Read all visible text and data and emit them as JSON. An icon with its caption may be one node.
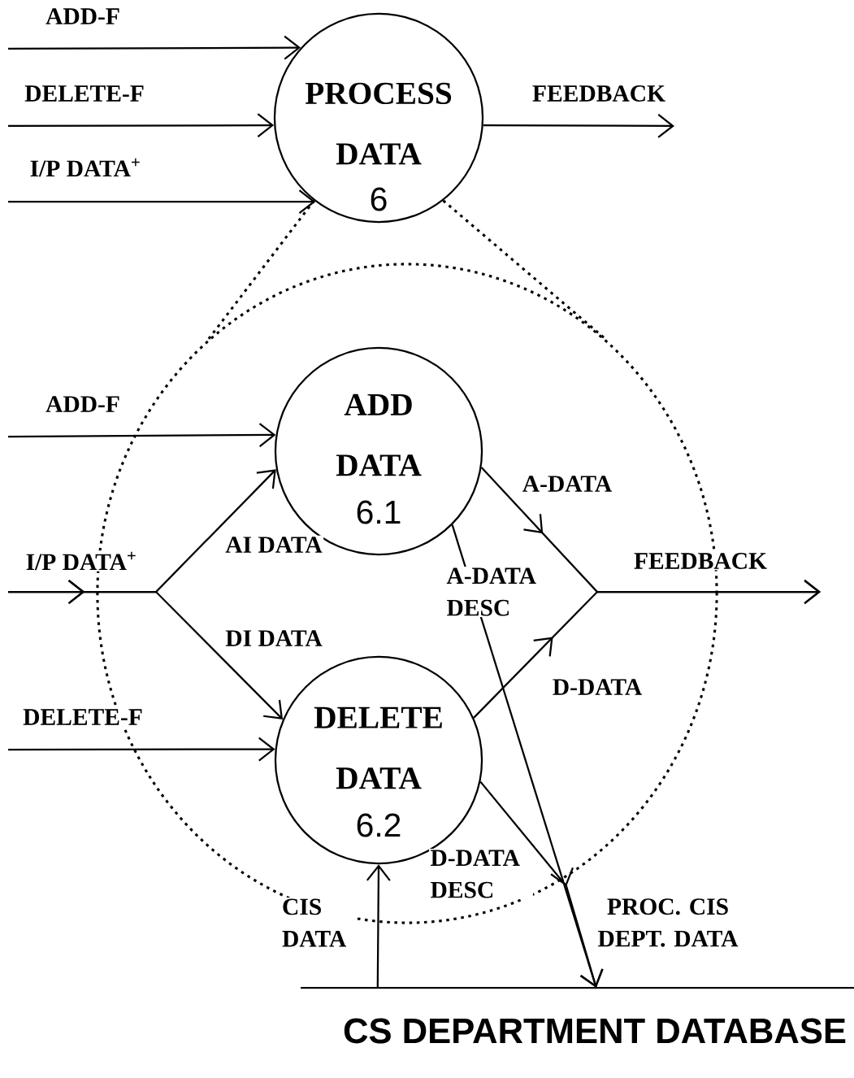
{
  "diagram": {
    "nodes": [
      {
        "text": [
          "PROCESS DATA",
          "6"
        ]
      },
      {
        "text": [],
        "shape": "circle"
      },
      {
        "text": [
          "ADD DATA",
          "6.1"
        ],
        "in": 1
      },
      {
        "text": [
          "DELETE DATA",
          "6.2"
        ],
        "in": 1
      },
      {
        "text": [
          "CS DEPARTMENT DATABASE"
        ]
      }
    ],
    "edges": [
      {
        "from": null,
        "to": 0,
        "arrow": "to",
        "label": "ADD-F"
      },
      {
        "from": null,
        "to": 0,
        "arrow": "to",
        "label": "DELETE-F"
      },
      {
        "from": null,
        "to": 0,
        "arrow": "to",
        "label": "I/P DATA$^{+}$"
      },
      {
        "from": 0,
        "to": null,
        "arrow": "to",
        "label": "FEEDBACK"
      },
      {
        "from": 0,
        "to": 1,
        "arrow": "none",
        "style": "dashed"
      },
      {
        "from": 0,
        "to": 1,
        "arrow": "none",
        "style": "dashed"
      },
      {
        "from": null,
        "to": 2,
        "arrow": "to",
        "label": "ADD-F"
      },
      {
        "from": null,
        "to": 2,
        "arrow": "to",
        "label": "AI DATA"
      },
      {
        "from": null,
        "to": 3,
        "arrow": "to",
        "label": "DI DATA"
      },
      {
        "from": null,
        "to": 3,
        "arrow": "to",
        "label": "DELETE-F"
      },
      {
        "from": 2,
        "to": null,
        "arrow": "to",
        "label": "A-DATA"
      },
      {
        "from": 3,
        "to": null,
        "arrow": "to",
        "label": "D-DATA"
      },
      {
        "from": 2,
        "to": 4,
        "arrow": "to",
        "label": "A-DATA DESC"
      },
      {
        "from": 3,
        "to": 4,
        "arrow": "to",
        "label": "D-DATA DESC"
      },
      {
        "from": 4,
        "to": 3,
        "arrow": "to",
        "label": "CIS DATA"
      }
    ],
    "labels": [
      "I/P DATA$^{+}$",
      "FEEDBACK",
      "PROC. CIS DEPT. DATA"
    ]
  }
}
